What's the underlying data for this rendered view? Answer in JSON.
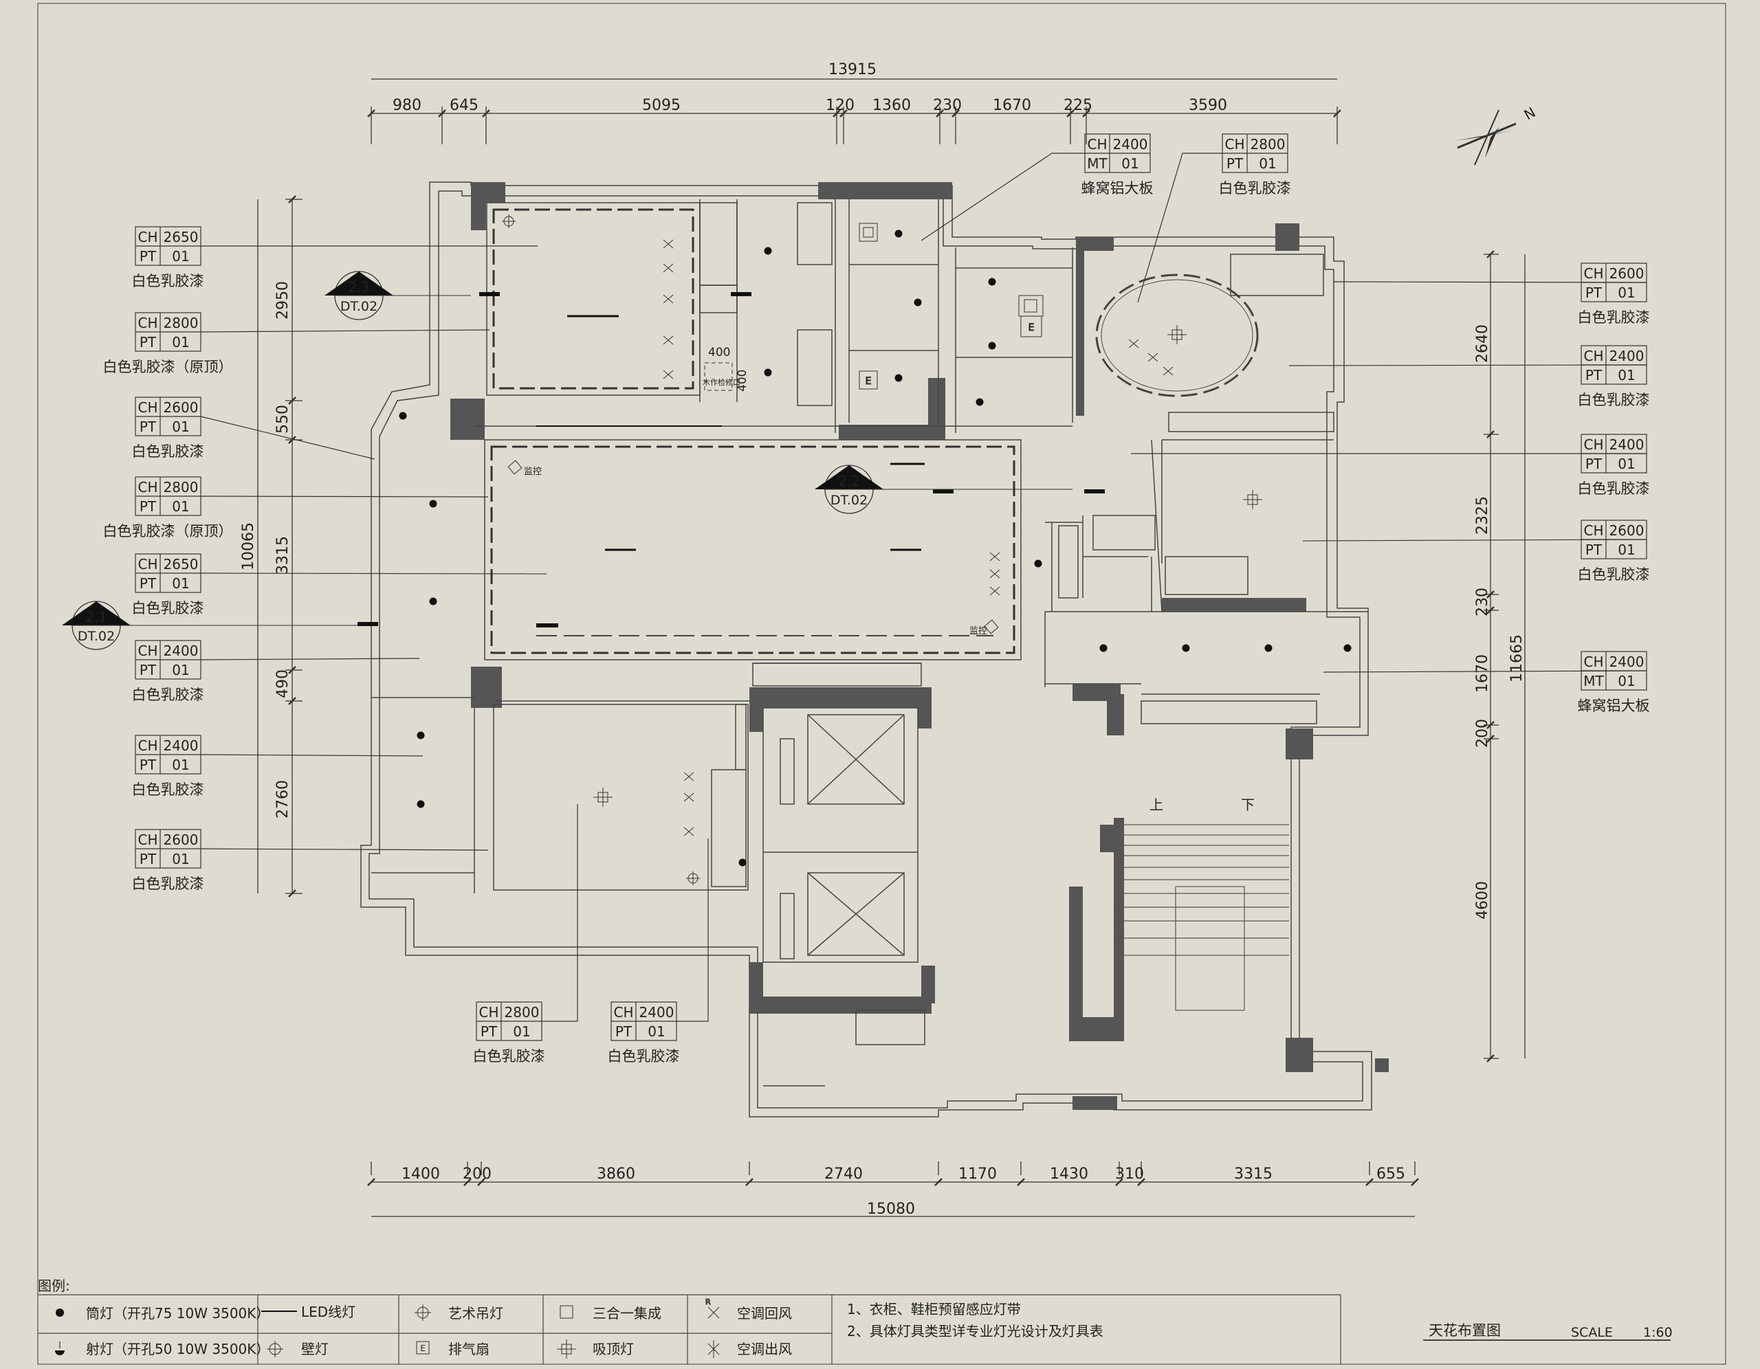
{
  "drawing": {
    "title": "天花布置图",
    "scale_label": "SCALE",
    "scale_value": "1:60",
    "north": "N"
  },
  "dimensions": {
    "top_total": "13915",
    "top": [
      "980",
      "645",
      "5095",
      "120",
      "1360",
      "230",
      "1670",
      "225",
      "3590"
    ],
    "bottom_total": "15080",
    "bottom": [
      "1400",
      "200",
      "3860",
      "2740",
      "1170",
      "1430",
      "310",
      "3315",
      "655"
    ],
    "left_total": "10065",
    "left": [
      "2950",
      "550",
      "3315",
      "490",
      "2760"
    ],
    "right_total": "11665",
    "right": [
      "2640",
      "2325",
      "230",
      "1670",
      "200",
      "4600"
    ]
  },
  "sections": [
    {
      "num": "2.3",
      "ref": "DT.02"
    },
    {
      "num": "2.2",
      "ref": "DT.02"
    },
    {
      "num": "2.1",
      "ref": "DT.02"
    }
  ],
  "ceiling_tags": {
    "left": [
      {
        "k1": "CH",
        "v1": "2650",
        "k2": "PT",
        "v2": "01",
        "caption": "白色乳胶漆"
      },
      {
        "k1": "CH",
        "v1": "2800",
        "k2": "PT",
        "v2": "01",
        "caption": "白色乳胶漆（原顶）"
      },
      {
        "k1": "CH",
        "v1": "2600",
        "k2": "PT",
        "v2": "01",
        "caption": "白色乳胶漆"
      },
      {
        "k1": "CH",
        "v1": "2800",
        "k2": "PT",
        "v2": "01",
        "caption": "白色乳胶漆（原顶）"
      },
      {
        "k1": "CH",
        "v1": "2650",
        "k2": "PT",
        "v2": "01",
        "caption": "白色乳胶漆"
      },
      {
        "k1": "CH",
        "v1": "2400",
        "k2": "PT",
        "v2": "01",
        "caption": "白色乳胶漆"
      },
      {
        "k1": "CH",
        "v1": "2400",
        "k2": "PT",
        "v2": "01",
        "caption": "白色乳胶漆"
      },
      {
        "k1": "CH",
        "v1": "2600",
        "k2": "PT",
        "v2": "01",
        "caption": "白色乳胶漆"
      }
    ],
    "right": [
      {
        "k1": "CH",
        "v1": "2600",
        "k2": "PT",
        "v2": "01",
        "caption": "白色乳胶漆"
      },
      {
        "k1": "CH",
        "v1": "2400",
        "k2": "PT",
        "v2": "01",
        "caption": "白色乳胶漆"
      },
      {
        "k1": "CH",
        "v1": "2400",
        "k2": "PT",
        "v2": "01",
        "caption": "白色乳胶漆"
      },
      {
        "k1": "CH",
        "v1": "2600",
        "k2": "PT",
        "v2": "01",
        "caption": "白色乳胶漆"
      },
      {
        "k1": "CH",
        "v1": "2400",
        "k2": "MT",
        "v2": "01",
        "caption": "蜂窝铝大板"
      }
    ],
    "top": [
      {
        "k1": "CH",
        "v1": "2400",
        "k2": "MT",
        "v2": "01",
        "caption": "蜂窝铝大板"
      },
      {
        "k1": "CH",
        "v1": "2800",
        "k2": "PT",
        "v2": "01",
        "caption": "白色乳胶漆"
      }
    ],
    "bottom": [
      {
        "k1": "CH",
        "v1": "2800",
        "k2": "PT",
        "v2": "01",
        "caption": "白色乳胶漆"
      },
      {
        "k1": "CH",
        "v1": "2400",
        "k2": "PT",
        "v2": "01",
        "caption": "白色乳胶漆"
      }
    ]
  },
  "room_labels": {
    "monitor1": "监控",
    "monitor2": "监控",
    "access_panel": "木作检修口",
    "access_dim_a": "400",
    "access_dim_b": "400",
    "stair_up": "上",
    "stair_down": "下"
  },
  "legend": {
    "heading": "图例:",
    "items": [
      {
        "icon": "downlight-icon",
        "label": "筒灯（开孔75   10W   3500K）"
      },
      {
        "icon": "led-line-icon",
        "label": "LED线灯"
      },
      {
        "icon": "art-chandelier-icon",
        "label": "艺术吊灯"
      },
      {
        "icon": "three-in-one-icon",
        "label": "三合一集成"
      },
      {
        "icon": "ac-return-icon",
        "label": "空调回风"
      },
      {
        "icon": "spotlight-icon",
        "label": "射灯（开孔50   10W   3500K）"
      },
      {
        "icon": "wall-lamp-icon",
        "label": "壁灯"
      },
      {
        "icon": "exhaust-fan-icon",
        "label": "排气扇"
      },
      {
        "icon": "ceiling-lamp-icon",
        "label": "吸顶灯"
      },
      {
        "icon": "ac-supply-icon",
        "label": "空调出风"
      }
    ],
    "notes": [
      "1、衣柜、鞋柜预留感应灯带",
      "2、具体灯具类型详专业灯光设计及灯具表"
    ]
  }
}
